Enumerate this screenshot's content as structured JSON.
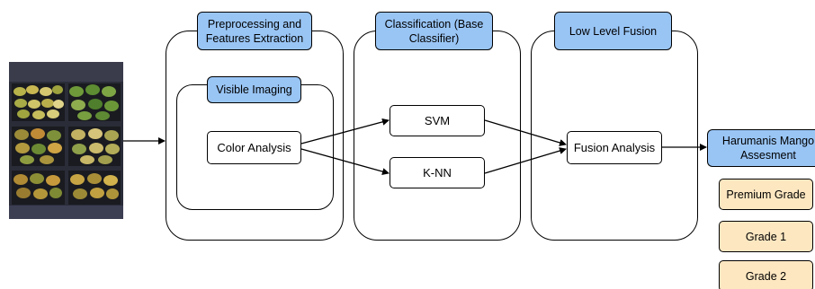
{
  "stages": {
    "preprocessing": {
      "title": "Preprocessing and Features Extraction"
    },
    "visible_imaging": {
      "title": "Visible Imaging"
    },
    "color_analysis": {
      "label": "Color Analysis"
    },
    "classification": {
      "title": "Classification (Base Classifier)"
    },
    "svm": {
      "label": "SVM"
    },
    "knn": {
      "label": "K-NN"
    },
    "low_level_fusion": {
      "title": "Low Level Fusion"
    },
    "fusion_analysis": {
      "label": "Fusion Analysis"
    },
    "assessment": {
      "title": "Harumanis Mango Assesment"
    }
  },
  "grades": [
    "Premium Grade",
    "Grade 1",
    "Grade 2"
  ],
  "colors": {
    "header_blue": "#99c5f5",
    "grade_fill": "#fde7c1",
    "stroke": "#000000"
  }
}
